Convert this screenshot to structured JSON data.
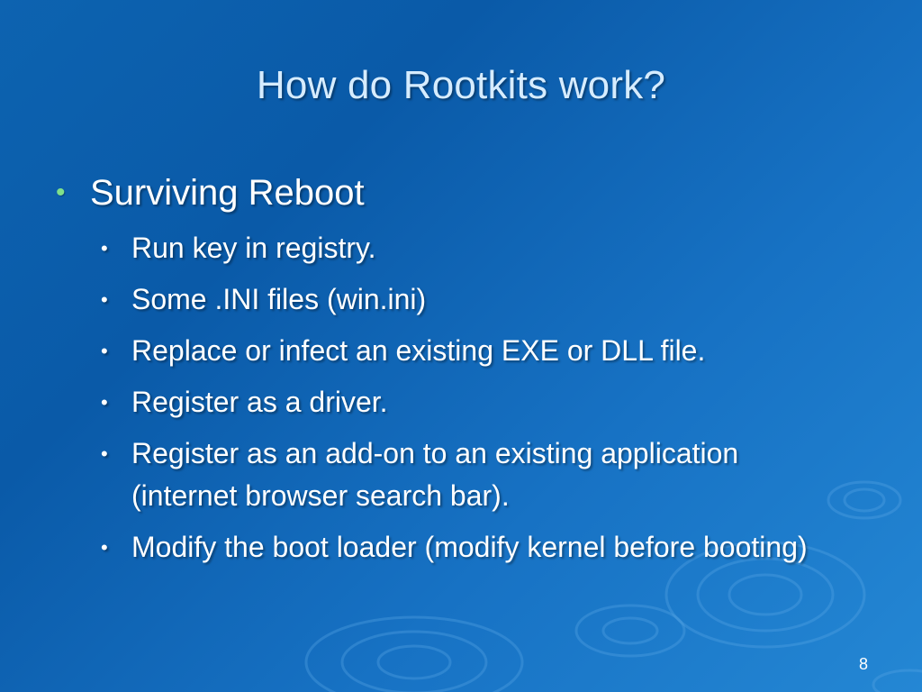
{
  "slide": {
    "title": "How do Rootkits work?",
    "bullet": {
      "text": "Surviving Reboot",
      "subitems": [
        "Run key in registry.",
        "Some .INI files (win.ini)",
        "Replace or infect an existing EXE or DLL file.",
        "Register as a driver.",
        "Register as an add-on to an existing application (internet browser search bar).",
        "Modify the boot loader (modify kernel before booting)"
      ]
    },
    "page_number": "8"
  },
  "colors": {
    "background": "#0d63b0",
    "title": "#d6ecff",
    "level1_bullet": "#7fe08a",
    "text": "#ffffff"
  }
}
